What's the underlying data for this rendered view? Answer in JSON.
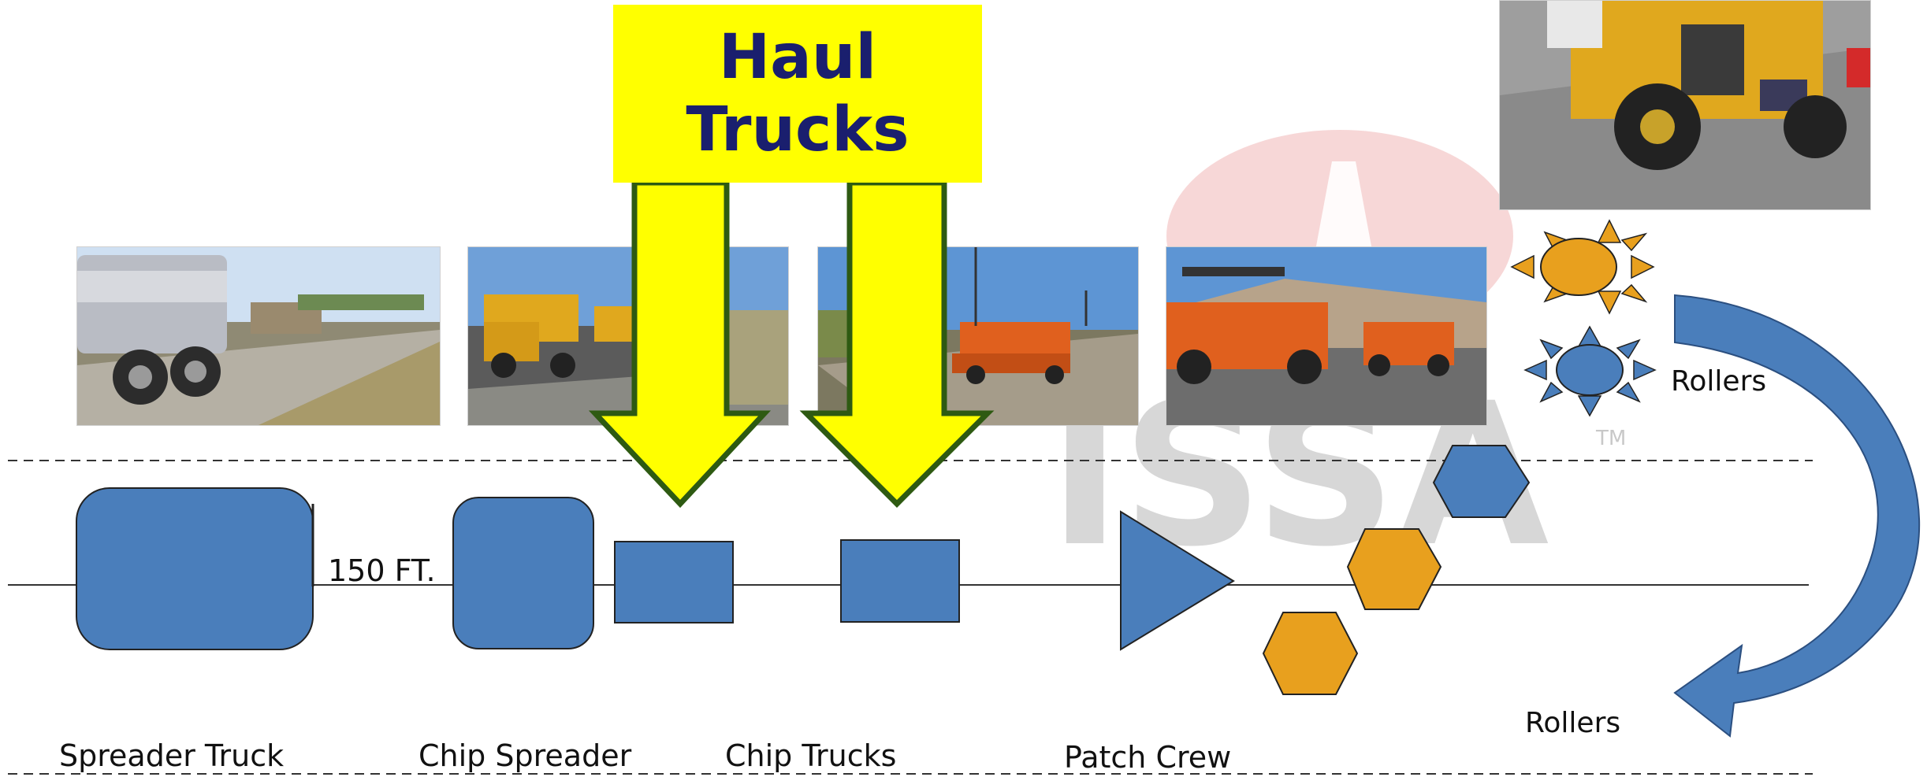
{
  "diagram": {
    "haul_box": {
      "line1": "Haul",
      "line2": "Trucks"
    },
    "distance_label": "150 FT.",
    "rollers_top_label": "Rollers",
    "rollers_bottom_label": "Rollers",
    "bottom_labels": [
      "Spreader Truck",
      "Chip Spreader",
      "Chip Trucks",
      "Patch Crew"
    ],
    "watermark": "ISSA",
    "watermark_tm": "TM",
    "photos": [
      {
        "name": "spreader-truck-photo",
        "subject": "asphalt distributor truck on road"
      },
      {
        "name": "chip-truck-photo",
        "subject": "yellow dump trucks on road"
      },
      {
        "name": "chip-spreader-photo",
        "subject": "orange chip spreader on road"
      },
      {
        "name": "rollers-photo",
        "subject": "orange pneumatic rollers on road"
      },
      {
        "name": "roller-closeup-photo",
        "subject": "yellow roller closeup"
      }
    ],
    "icons": [
      "sun-icon-orange",
      "sun-icon-blue"
    ],
    "colors": {
      "shape_blue": "#4a7ebb",
      "shape_orange": "#e8a01e",
      "haul_yellow": "#ffff00",
      "haul_text": "#1a1f6e",
      "arrow_outline": "#2e5a12",
      "watermark_red": "#f4caca",
      "watermark_gray": "#d3d3d3"
    }
  }
}
